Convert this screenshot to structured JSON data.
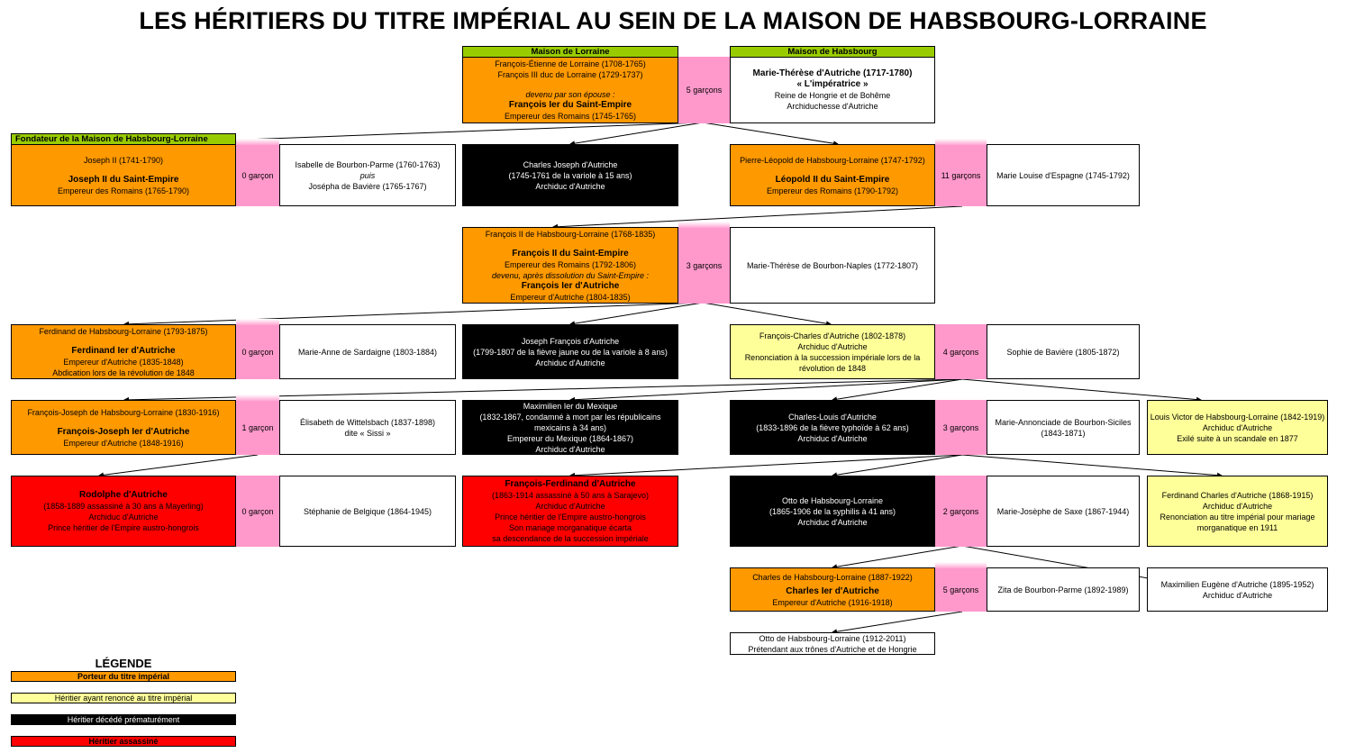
{
  "title": "LES HÉRITIERS DU TITRE IMPÉRIAL AU SEIN DE LA MAISON DE HABSBOURG-LORRAINE",
  "headers": {
    "lorraine": "Maison de Lorraine",
    "habsbourg": "Maison de Habsbourg",
    "fondateur": "Fondateur de la Maison de Habsbourg-Lorraine"
  },
  "gen1": {
    "francois1": [
      "François-Étienne de Lorraine (1708-1765)",
      "François III duc de Lorraine (1729-1737)",
      "devenu par son épouse :",
      "François Ier du Saint-Empire",
      "Empereur des Romains (1745-1765)"
    ],
    "sons": "5 garçons",
    "marie_therese": [
      "Marie-Thérèse d'Autriche (1717-1780)",
      "« L'impératrice »",
      "Reine de Hongrie et de Bohême",
      "Archiduchesse d'Autriche"
    ]
  },
  "gen2": {
    "joseph2": [
      "Joseph II (1741-1790)",
      "Joseph II du Saint-Empire",
      "Empereur des Romains (1765-1790)"
    ],
    "joseph2_sons": "0 garçon",
    "isabelle": [
      "Isabelle de Bourbon-Parme (1760-1763)",
      "puis",
      "Josépha de Bavière (1765-1767)"
    ],
    "charles_joseph": [
      "Charles Joseph d'Autriche",
      "(1745-1761 de la variole à 15 ans)",
      "Archiduc d'Autriche"
    ],
    "leopold2": [
      "Pierre-Léopold de Habsbourg-Lorraine (1747-1792)",
      "Léopold II du Saint-Empire",
      "Empereur des Romains (1790-1792)"
    ],
    "leopold2_sons": "11 garçons",
    "marie_louise": "Marie Louise d'Espagne (1745-1792)"
  },
  "gen3": {
    "francois2": [
      "François II de Habsbourg-Lorraine (1768-1835)",
      "François II du Saint-Empire",
      "Empereur des Romains (1792-1806)",
      "devenu, après dissolution du Saint-Empire :",
      "François Ier d'Autriche",
      "Empereur d'Autriche (1804-1835)"
    ],
    "sons": "3 garçons",
    "marie_therese_naples": "Marie-Thérèse de Bourbon-Naples (1772-1807)"
  },
  "gen4": {
    "ferdinand": [
      "Ferdinand de Habsbourg-Lorraine (1793-1875)",
      "Ferdinand Ier d'Autriche",
      "Empereur d'Autriche (1835-1848)",
      "Abdication lors de la révolution de 1848"
    ],
    "ferdinand_sons": "0 garçon",
    "marie_anne": "Marie-Anne de Sardaigne (1803-1884)",
    "joseph_francois": [
      "Joseph François d'Autriche",
      "(1799-1807 de la fièvre jaune ou de la variole à 8 ans)",
      "Archiduc d'Autriche"
    ],
    "francois_charles": [
      "François-Charles d'Autriche (1802-1878)",
      "Archiduc d'Autriche",
      "Renonciation à la succession impériale lors de la",
      "révolution de 1848"
    ],
    "fc_sons": "4 garçons",
    "sophie": "Sophie de Bavière (1805-1872)"
  },
  "gen5": {
    "francois_joseph": [
      "François-Joseph de Habsbourg-Lorraine (1830-1916)",
      "François-Joseph Ier d'Autriche",
      "Empereur d'Autriche (1848-1916)"
    ],
    "fj_sons": "1 garçon",
    "elisabeth": [
      "Élisabeth de Wittelsbach (1837-1898)",
      "dite « Sissi »"
    ],
    "maximilien": [
      "Maximilien Ier du Mexique",
      "(1832-1867, condamné à mort par les républicains",
      "mexicains à 34 ans)",
      "Empereur du Mexique (1864-1867)",
      "Archiduc d'Autriche"
    ],
    "charles_louis": [
      "Charles-Louis d'Autriche",
      "(1833-1896 de la fièvre typhoïde à 62 ans)",
      "Archiduc d'Autriche"
    ],
    "cl_sons": "3 garçons",
    "marie_annonciade": [
      "Marie-Annonciade de Bourbon-Siciles",
      "(1843-1871)"
    ],
    "louis_victor": [
      "Louis Victor de Habsbourg-Lorraine (1842-1919)",
      "Archiduc d'Autriche",
      "Exilé suite à un scandale en 1877"
    ]
  },
  "gen6": {
    "rodolphe": [
      "Rodolphe d'Autriche",
      "(1858-1889 assassiné à 30 ans à Mayerling)",
      "Archiduc d'Autriche",
      "Prince héritier de l'Empire austro-hongrois"
    ],
    "rod_sons": "0 garçon",
    "stephanie": "Stéphanie de Belgique (1864-1945)",
    "francois_ferdinand": [
      "François-Ferdinand d'Autriche",
      "(1863-1914 assassiné à 50 ans à Sarajevo)",
      "Archiduc d'Autriche",
      "Prince héritier de l'Empire austro-hongrois",
      "Son mariage morganatique écarta",
      "sa descendance de la succession impériale"
    ],
    "otto": [
      "Otto de Habsbourg-Lorraine",
      "(1865-1906 de la syphilis à 41 ans)",
      "Archiduc d'Autriche"
    ],
    "otto_sons": "2 garçons",
    "marie_josephe": "Marie-Josèphe de Saxe (1867-1944)",
    "ferdinand_charles": [
      "Ferdinand Charles d'Autriche (1868-1915)",
      "Archiduc d'Autriche",
      "Renonciation au titre impérial pour mariage",
      "morganatique en 1911"
    ]
  },
  "gen7": {
    "charles1": [
      "Charles de Habsbourg-Lorraine (1887-1922)",
      "Charles Ier d'Autriche",
      "Empereur d'Autriche (1916-1918)"
    ],
    "c1_sons": "5 garçons",
    "zita": "Zita de Bourbon-Parme (1892-1989)",
    "maximilien_eugene": [
      "Maximilien Eugène d'Autriche (1895-1952)",
      "Archiduc d'Autriche"
    ]
  },
  "gen8": {
    "otto2": [
      "Otto de Habsbourg-Lorraine (1912-2011)",
      "Prétendant aux trônes d'Autriche et de Hongrie"
    ]
  },
  "legend": {
    "title": "LÉGENDE",
    "items": [
      "Porteur du titre impérial",
      "Héritier ayant renoncé au titre impérial",
      "Héritier décédé prématurément",
      "Héritier assassiné"
    ]
  },
  "colors": {
    "emperor": "#ff9900",
    "renounced": "#ffff99",
    "died_early": "#000000",
    "assassinated": "#ff0000",
    "sons_cell": "#ff99cc",
    "house_header": "#99cc00"
  }
}
